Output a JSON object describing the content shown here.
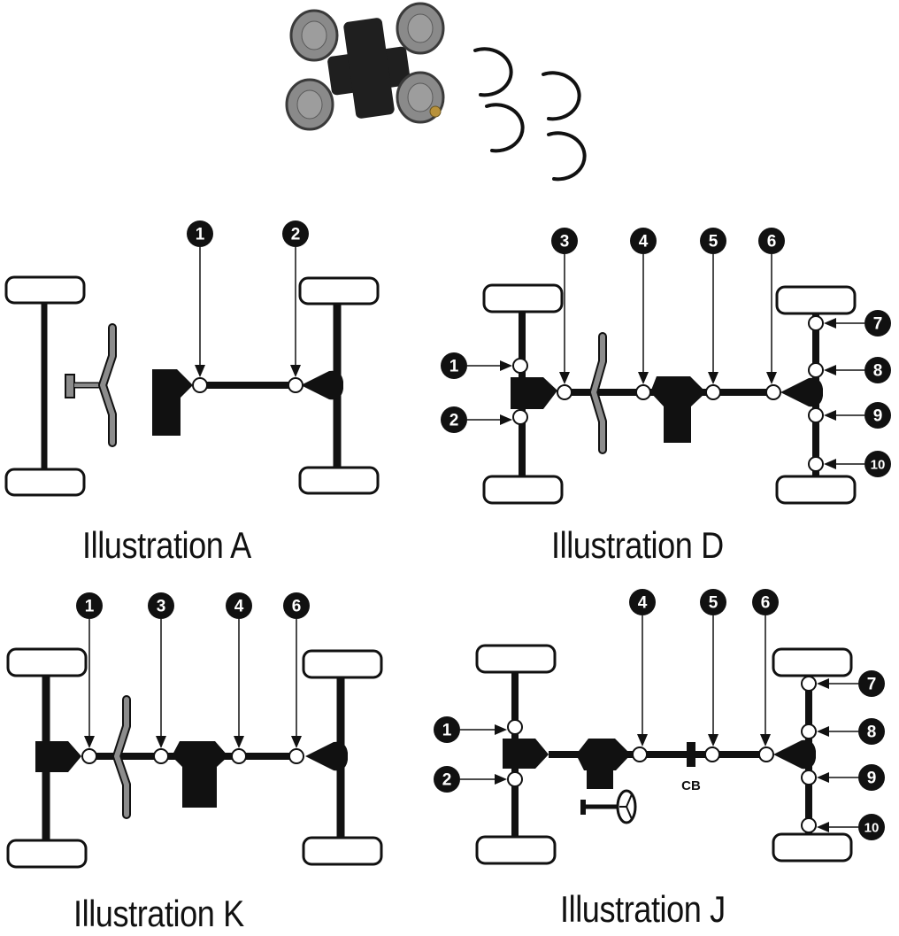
{
  "product": {
    "name": "universal-joint-kit",
    "parts": [
      "u-joint-cross",
      "retaining-clip",
      "retaining-clip",
      "retaining-clip",
      "retaining-clip"
    ],
    "colors": {
      "bearing_cap": "#8a8a8a",
      "cross_body": "#1f1f1f",
      "grease_fitting": "#b8913a",
      "clip": "#111111"
    }
  },
  "colors": {
    "ink": "#111111",
    "shaft_gray": "#8c8c8c",
    "joint_fill": "#ffffff",
    "background": "#ffffff"
  },
  "illustrations": [
    {
      "id": "A",
      "caption": "Illustration A",
      "callouts": [
        "1",
        "2"
      ]
    },
    {
      "id": "D",
      "caption": "Illustration D",
      "callouts": [
        "1",
        "2",
        "3",
        "4",
        "5",
        "6",
        "7",
        "8",
        "9",
        "10"
      ]
    },
    {
      "id": "K",
      "caption": "Illustration K",
      "callouts": [
        "1",
        "3",
        "4",
        "6"
      ]
    },
    {
      "id": "J",
      "caption": "Illustration J",
      "callouts": [
        "1",
        "2",
        "4",
        "5",
        "6",
        "7",
        "8",
        "9",
        "10"
      ],
      "annotation": "CB"
    }
  ]
}
